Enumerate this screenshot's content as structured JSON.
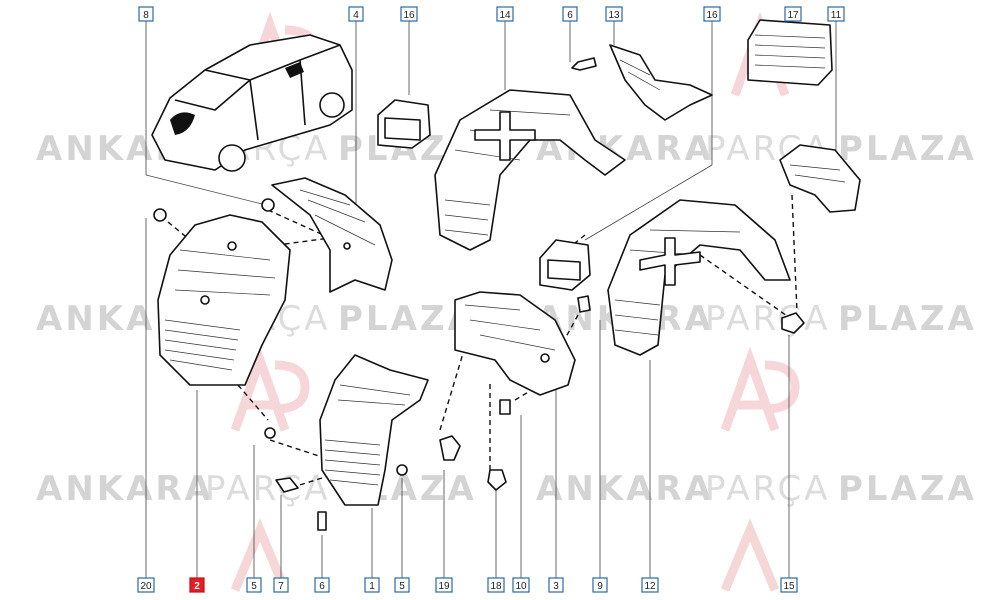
{
  "watermark": {
    "word1": "ANKARA",
    "word2": "PARÇA",
    "word3": "PLAZA",
    "logo_letters": "AP"
  },
  "colors": {
    "callout_border": "#2a6aa0",
    "highlight": "#e41e26",
    "watermark": "#d4d4d4",
    "logo": "#f3c9cb"
  },
  "callouts": {
    "top": [
      "8",
      "4",
      "16",
      "14",
      "6",
      "13",
      "16",
      "17",
      "11"
    ],
    "bottom": [
      "20",
      "2",
      "5",
      "7",
      "6",
      "1",
      "5",
      "19",
      "18",
      "10",
      "3",
      "9",
      "12",
      "15"
    ],
    "highlighted": "2"
  },
  "parts": [
    {
      "id": "vehicle",
      "icon": "car-outline-icon"
    },
    {
      "id": "front-liner-left",
      "icon": "wheel-arch-liner-icon"
    },
    {
      "id": "front-liner-right",
      "icon": "wheel-arch-liner-icon"
    },
    {
      "id": "rear-liner-left",
      "icon": "wheel-arch-liner-icon"
    },
    {
      "id": "rear-liner-right",
      "icon": "wheel-arch-liner-icon"
    },
    {
      "id": "inner-shield",
      "icon": "splash-shield-icon"
    },
    {
      "id": "bracket",
      "icon": "bracket-icon"
    },
    {
      "id": "grille-vent",
      "icon": "vent-grille-icon"
    },
    {
      "id": "vent-block",
      "icon": "vent-block-icon"
    },
    {
      "id": "bumper-corner",
      "icon": "bumper-corner-icon"
    },
    {
      "id": "clips",
      "icon": "clip-icon"
    },
    {
      "id": "screws",
      "icon": "screw-icon"
    }
  ]
}
